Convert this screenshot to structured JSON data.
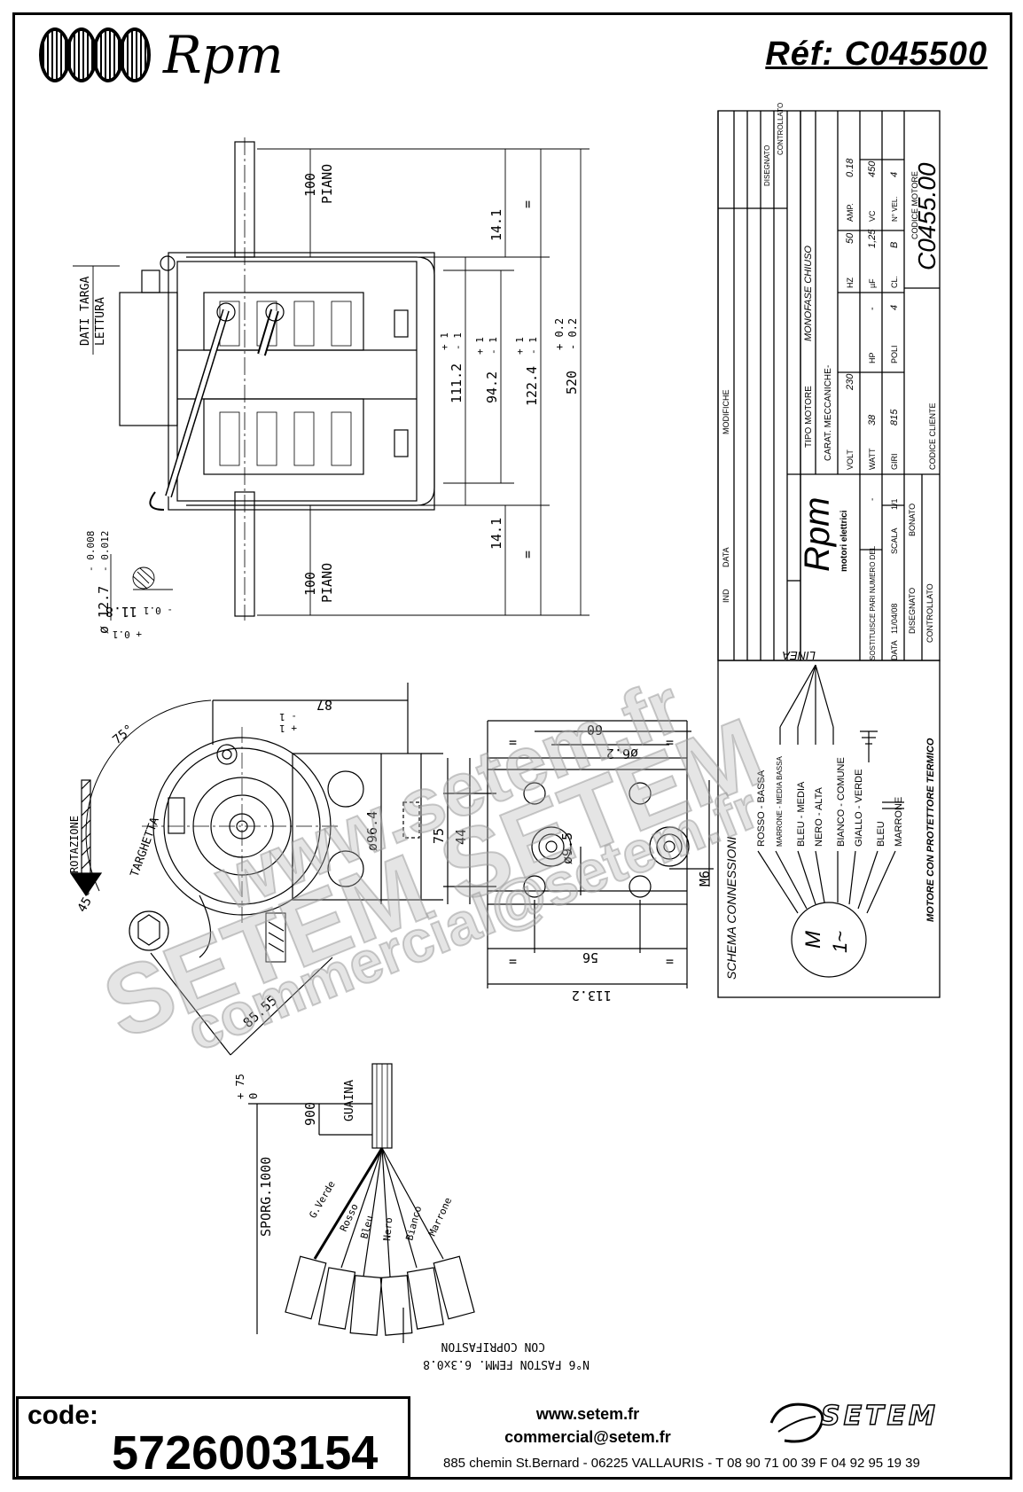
{
  "header": {
    "brand": "Rpm",
    "reference": "Réf:  C045500"
  },
  "dims": {
    "shaft_top_len": "100",
    "shaft_top_label": "PIANO",
    "shaft_bot_len": "100",
    "shaft_bot_label": "PIANO",
    "gap_top": "14.1",
    "gap_bot": "14.1",
    "d111": "111.2",
    "d94": "94.2",
    "d122": "122.4",
    "d520": "520",
    "tol_plus1": "+ 1",
    "tol_minus1": "- 1",
    "tol_plus02": "+ 0.2",
    "tol_minus02": "- 0.2",
    "dati_targa": "DATI TARGA",
    "lettura": "LETTURA",
    "equal": "=",
    "shaft_dia": "ø 12.7",
    "shaft_dia_tol1": "- 0.008",
    "shaft_dia_tol2": "- 0.012",
    "flat": "11.8",
    "flat_tol1": "- 0.1",
    "flat_tol2": "+ 0.1",
    "angle75": "75°",
    "angle45": "45°",
    "rotazione": "ROTAZIONE",
    "targhetta": "TARGHETTA",
    "d87": "87",
    "d87_tol1": "- 1",
    "d87_tol2": "+ 1",
    "d96": "ø96.4",
    "d85": "85.55",
    "d75": "75",
    "d44": "44",
    "d60": "60",
    "d62": "ø6.2",
    "d95": "ø9.5",
    "d56": "56",
    "d113": "113.2",
    "m6": "M6",
    "sporg": "SPORG.1000",
    "sporg_tol1": "+ 75",
    "sporg_tol2": "0",
    "guaina_len": "900",
    "guaina": "GUAINA",
    "wires": [
      "G.Verde",
      "Rosso",
      "Bleu",
      "Nero",
      "Bianco",
      "Marrone"
    ],
    "faston1": "N°6 FASTON FEMM. 6.3x0.8",
    "faston2": "CON COPRIFASTON"
  },
  "titleblock": {
    "mod_header": "MODIFICHE",
    "ind": "IND",
    "data": "DATA",
    "disegnato": "DISEGNATO",
    "controllato": "CONTROLLATO",
    "tipo_motore_label": "TIPO MOTORE",
    "tipo_motore": "MONOFASE CHIUSO",
    "carat": "CARAT. MECCANICHE",
    "carat_val": "-",
    "volt_label": "VOLT",
    "volt": "230",
    "hz_label": "HZ",
    "hz": "50",
    "amp_label": "AMP.",
    "amp": "0.18",
    "watt_label": "WATT",
    "watt": "38",
    "hp_label": "HP",
    "hp": "-",
    "uf_label": "µF",
    "uf": "1,25",
    "vc_label": "VC",
    "vc": "450",
    "giri_label": "GIRI",
    "giri": "815",
    "poli_label": "POLI",
    "poli": "4",
    "cl_label": "CL.",
    "cl": "B",
    "nvel_label": "N° VEL.",
    "nvel": "4",
    "codice_motore_label": "CODICE MOTORE",
    "codice_motore": "C0455.00",
    "codice_cliente_label": "CODICE CLIENTE",
    "brand": "Rpm",
    "brand_sub": "motori elettrici",
    "sostituisce": "SOSTITUISCE PARI NUMERO DEL",
    "sostituisce_val": "-",
    "data_label": "DATA",
    "data_val": "11/04/08",
    "scala_label": "SCALA",
    "scala_val": "1/1",
    "disegnato_label": "DISEGNATO",
    "disegnato_val": "BONATO",
    "controllato_label": "CONTROLLATO",
    "dash": "-"
  },
  "schema": {
    "title": "SCHEMA CONNESSIONI",
    "linea": "LINEA",
    "motor": "M",
    "phase": "1~",
    "wires": [
      "ROSSO - BASSA",
      "MARRONE - MEDIA BASSA",
      "BLEU - MEDIA",
      "NERO - ALTA",
      "BIANCO - COMUNE",
      "GIALLO - VERDE",
      "BLEU",
      "MARRONE"
    ],
    "note": "MOTORE CON PROTETTORE TERMICO"
  },
  "watermarks": [
    "www.setem.fr",
    "SETEM SETEM",
    "commercial@setem.fr"
  ],
  "footer": {
    "code_label": "code:",
    "code_value": "5726003154",
    "website": "www.setem.fr",
    "email": "commercial@setem.fr",
    "address": "885 chemin St.Bernard  -  06225 VALLAURIS  -  T 08 90 71 00 39   F 04 92 95 19 39",
    "setem": "SETEM"
  }
}
